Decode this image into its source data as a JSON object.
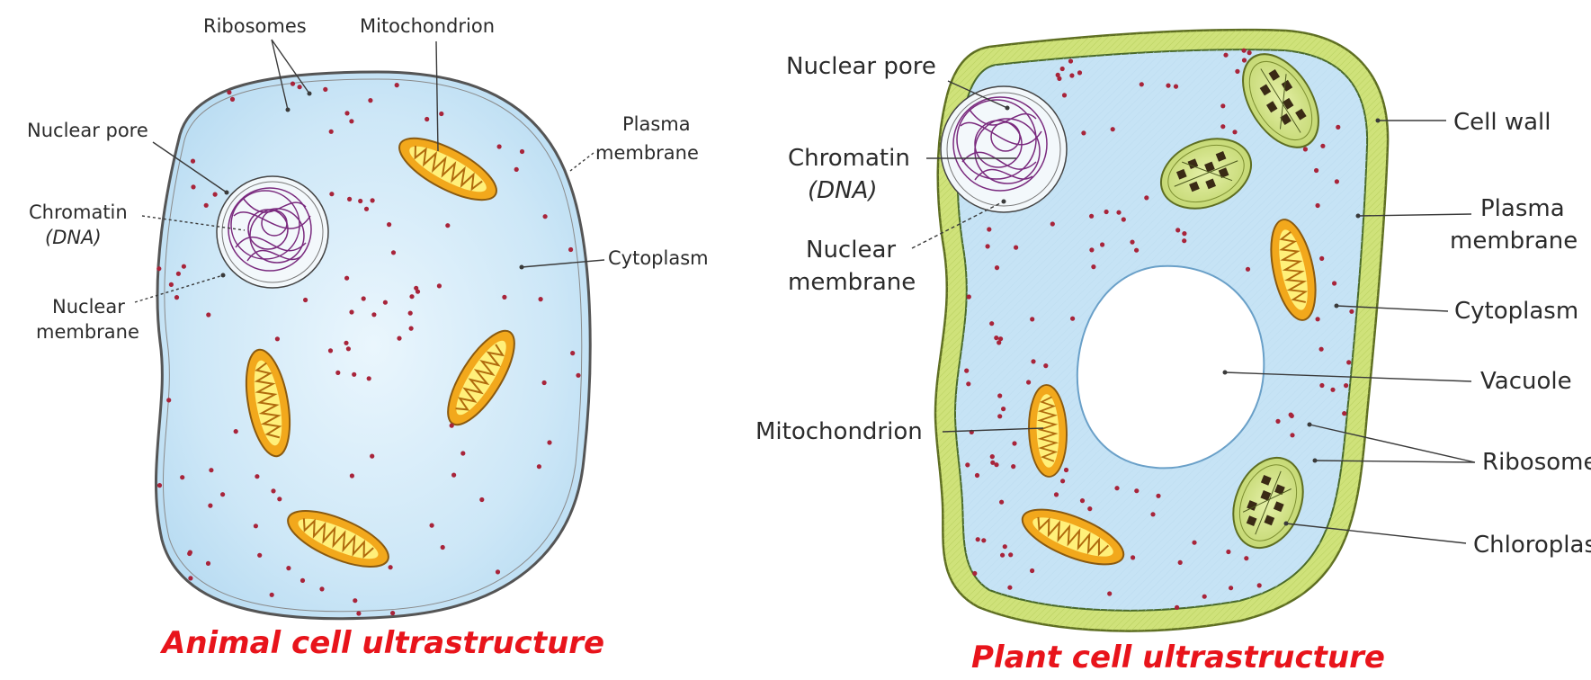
{
  "animal_cell": {
    "labels": {
      "ribosomes": "Ribosomes",
      "mitochondrion": "Mitochondrion",
      "nuclear_pore": "Nuclear pore",
      "chromatin": "Chromatin",
      "dna": "(DNA)",
      "nuclear": "Nuclear",
      "membrane": "membrane",
      "plasma": "Plasma",
      "plasma_membrane2": "membrane",
      "cytoplasm": "Cytoplasm"
    },
    "title": "Animal cell ultrastructure"
  },
  "plant_cell": {
    "labels": {
      "nuclear_pore": "Nuclear pore",
      "chromatin": "Chromatin",
      "dna": "(DNA)",
      "nuclear": "Nuclear",
      "membrane": "membrane",
      "mitochondrion": "Mitochondrion",
      "cell_wall": "Cell wall",
      "plasma": "Plasma",
      "plasma_membrane2": "membrane",
      "cytoplasm": "Cytoplasm",
      "vacuole": "Vacuole",
      "ribosome": "Ribosome",
      "chloroplast": "Chloroplast"
    },
    "title": "Plant cell ultrastructure"
  },
  "colors": {
    "title": "#e8141b",
    "cytoplasm": "#c6e3f5",
    "cell_wall": "#cfe27a",
    "mitochondria": "#f2b01e",
    "chromatin": "#7a2a7e",
    "ribosome_dot": "#a8243a"
  }
}
